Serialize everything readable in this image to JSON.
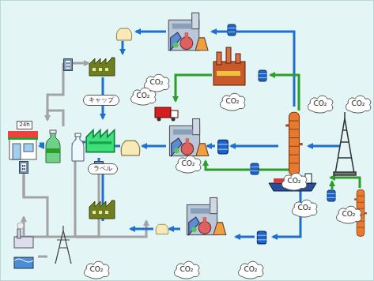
{
  "diagram": {
    "nodes": [
      {
        "text": [
          "CO₂"
        ]
      },
      {
        "text": [
          "CO₂"
        ]
      },
      {
        "text": [
          "CO₂"
        ]
      },
      {
        "text": [
          "CO₂"
        ]
      },
      {
        "text": [
          "CO₂"
        ]
      },
      {
        "text": [
          "キャップ"
        ]
      },
      {
        "text": [
          "24h"
        ]
      },
      {
        "text": [
          "CO₂"
        ]
      },
      {
        "text": [
          "ラベル"
        ]
      },
      {
        "text": [
          "CO₂"
        ]
      },
      {
        "text": [
          "CO₂"
        ]
      },
      {
        "text": [
          "CO₂"
        ]
      },
      {
        "text": [
          "CO₂"
        ]
      },
      {
        "text": [
          "CO₂"
        ]
      },
      {
        "text": [
          "CO₂"
        ]
      }
    ]
  }
}
